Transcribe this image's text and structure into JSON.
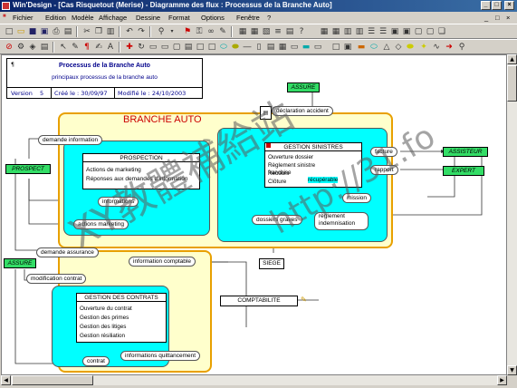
{
  "window": {
    "title": "Win'Design - [Cas Risquetout (Merise) - Diagramme des flux : Processus de la Branche Auto]"
  },
  "menu": [
    "Fichier",
    "Edition",
    "Modèle",
    "Affichage",
    "Dessine",
    "Format",
    "Options",
    "Fenêtre",
    "?"
  ],
  "window_buttons": {
    "minimize": "_",
    "maximize": "□",
    "close": "×"
  },
  "toolbar1_icons": [
    "new-icon",
    "open-icon",
    "save-icon",
    "save-all-icon",
    "print-icon",
    "print-preview-icon",
    "cut-icon",
    "copy-icon",
    "paste-icon",
    "undo-icon",
    "redo-icon",
    "zoom-icon",
    "zoom-menu-icon",
    "red-flag-icon",
    "key-icon",
    "link-icon",
    "magic-wand-icon",
    "grid-icon",
    "grid-2-icon",
    "layers-icon",
    "align-icon",
    "properties-icon",
    "help-icon"
  ],
  "toolbar2_icons": [
    "stop-icon",
    "pointer-icon",
    "arrow-icon",
    "pencil-icon",
    "text-icon",
    "cross-icon",
    "rectangle-icon",
    "rounded-rectangle-icon",
    "flow-icon",
    "process-icon",
    "database-icon",
    "actor-icon",
    "ellipse-icon",
    "page-icon",
    "line-icon",
    "curve-icon",
    "comment-icon",
    "cylinder-icon",
    "arrow-right-icon"
  ],
  "cartouche": {
    "title": "Processus de la Branche Auto",
    "subtitle": "principaux processus de la branche auto",
    "version_label": "Version",
    "version": "5",
    "created_label": "Créé le :",
    "created": "30/09/97",
    "modified_label": "Modifié le :",
    "modified": "24/10/2003"
  },
  "domain": {
    "title": "BRANCHE AUTO"
  },
  "processes": {
    "prospection": {
      "title": "PROSPECTION",
      "lines": [
        "Actions de marketing",
        "Réponses aux demandes d'information"
      ]
    },
    "sinistres": {
      "title": "GESTION SINISTRES",
      "lines": [
        "Ouverture dossier",
        "Règlement sinistre",
        "Recours",
        "Clôture"
      ]
    },
    "contrats": {
      "title": "GESTION DES CONTRATS",
      "lines": [
        "Ouverture du contrat",
        "Gestion des primes",
        "Gestion des litiges",
        "Gestion résiliation"
      ]
    }
  },
  "actors": {
    "prospect": "PROSPECT",
    "assure_top": "ASSURE",
    "assure_left": "ASSURE",
    "assisteur": "ASSISTEUR",
    "expert": "EXPERT"
  },
  "external": {
    "siege": "SIEGE",
    "comptabilite": "COMPTABILITE"
  },
  "flows": {
    "demande_information": "demande information",
    "informations": "informations",
    "actions_marketing": "actions marketing",
    "declaration_accident": "déclaration accident",
    "facture": "facture",
    "rapport": "rapport",
    "mission": "mission",
    "reglement_indemnisation": "règlement indemnisation",
    "dossiers_graves": "dossiers graves",
    "demande_assurance": "demande assurance",
    "modification_contrat": "modification contrat",
    "information_comptable": "information comptable",
    "contrat": "contrat",
    "informations_quittancement": "informations quittancement",
    "franchise": "franchise",
    "recuperable": "récupérable"
  },
  "watermark": {
    "text": "XY教體補給站",
    "url": "http://31.fo"
  },
  "colors": {
    "domain_bg": "#ffffcc",
    "domain_border": "#e8a000",
    "domain_title": "#cc0000",
    "process_bg": "#00ffff",
    "actor_bg": "#33dd66",
    "canvas_bg": "#ffffff"
  }
}
